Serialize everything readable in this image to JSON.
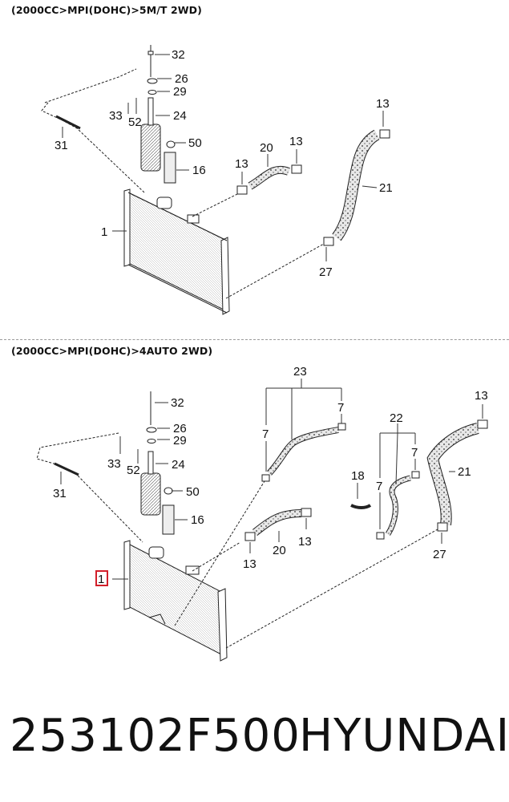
{
  "sections": [
    {
      "title": "(2000CC>MPI(DOHC)>5M/T 2WD)",
      "callouts": [
        "32",
        "26",
        "29",
        "33",
        "52",
        "24",
        "31",
        "50",
        "16",
        "13",
        "20",
        "13",
        "13",
        "21",
        "1",
        "27"
      ]
    },
    {
      "title": "(2000CC>MPI(DOHC)>4AUTO 2WD)",
      "callouts": [
        "23",
        "7",
        "7",
        "32",
        "26",
        "29",
        "33",
        "52",
        "24",
        "31",
        "50",
        "16",
        "13",
        "22",
        "7",
        "7",
        "18",
        "21",
        "13",
        "20",
        "13",
        "27",
        "1"
      ]
    }
  ],
  "highlighted_callout": "1",
  "highlight_color": "#d21f2a",
  "part_number": "253102F500",
  "brand": "HYUNDAI"
}
